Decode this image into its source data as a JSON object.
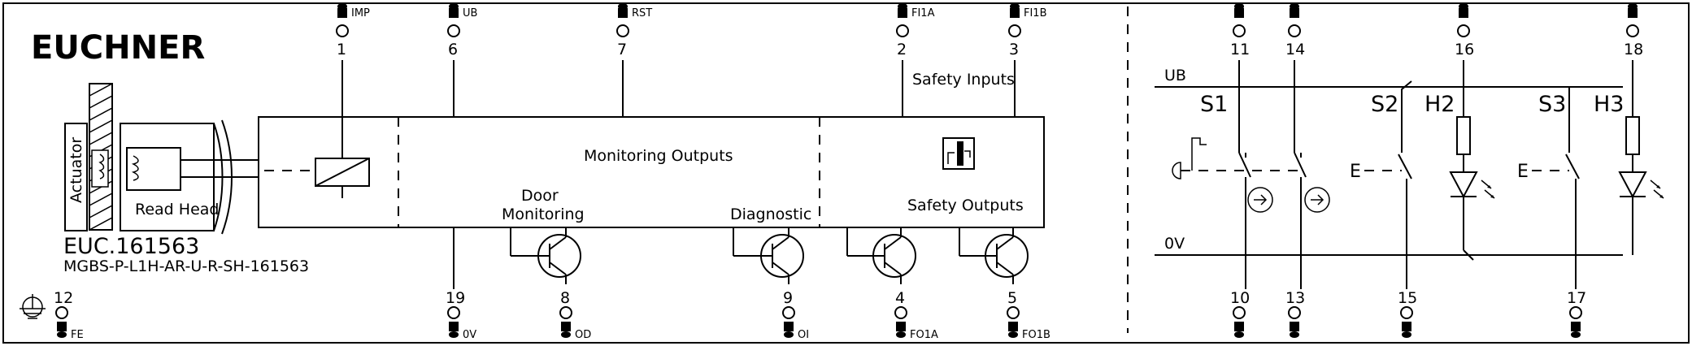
{
  "brand": "EUCHNER",
  "device": {
    "short_name": "EUC.161563",
    "order_code": "MGBS-P-L1H-AR-U-R-SH-161563"
  },
  "labels": {
    "actuator": "Actuator",
    "read_head": "Read Head",
    "monitoring_outputs": "Monitoring Outputs",
    "safety_inputs": "Safety Inputs",
    "safety_outputs": "Safety Outputs",
    "door_monitoring_line1": "Door",
    "door_monitoring_line2": "Monitoring",
    "diagnostic": "Diagnostic",
    "ub": "UB",
    "zero_v": "0V"
  },
  "top_terminals": [
    {
      "number": "1",
      "signal": "IMP"
    },
    {
      "number": "6",
      "signal": "UB"
    },
    {
      "number": "7",
      "signal": "RST"
    },
    {
      "number": "2",
      "signal": "FI1A"
    },
    {
      "number": "3",
      "signal": "FI1B"
    }
  ],
  "bottom_terminals": [
    {
      "number": "12",
      "signal": "FE"
    },
    {
      "number": "19",
      "signal": "0V"
    },
    {
      "number": "8",
      "signal": "OD"
    },
    {
      "number": "9",
      "signal": "OI"
    },
    {
      "number": "4",
      "signal": "FO1A"
    },
    {
      "number": "5",
      "signal": "FO1B"
    }
  ],
  "switch_top_terminals": [
    "11",
    "14",
    "16",
    "18"
  ],
  "switch_bottom_terminals": [
    "10",
    "13",
    "15",
    "17"
  ],
  "components": [
    "S1",
    "S2",
    "H2",
    "S3",
    "H3"
  ]
}
